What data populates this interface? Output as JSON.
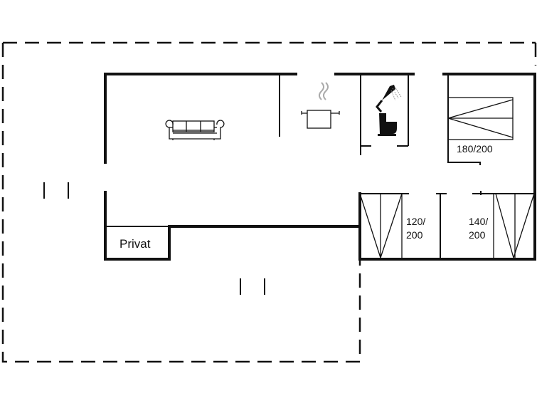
{
  "rooms": {
    "privat_label": "Privat",
    "bed_master": "180/200",
    "bed_single_1_line1": "120/",
    "bed_single_1_line2": "200",
    "bed_single_2_line1": "140/",
    "bed_single_2_line2": "200"
  },
  "icons": [
    "sofa-icon",
    "cooking-pot-icon",
    "shower-icon",
    "toilet-icon",
    "bed-icon"
  ]
}
